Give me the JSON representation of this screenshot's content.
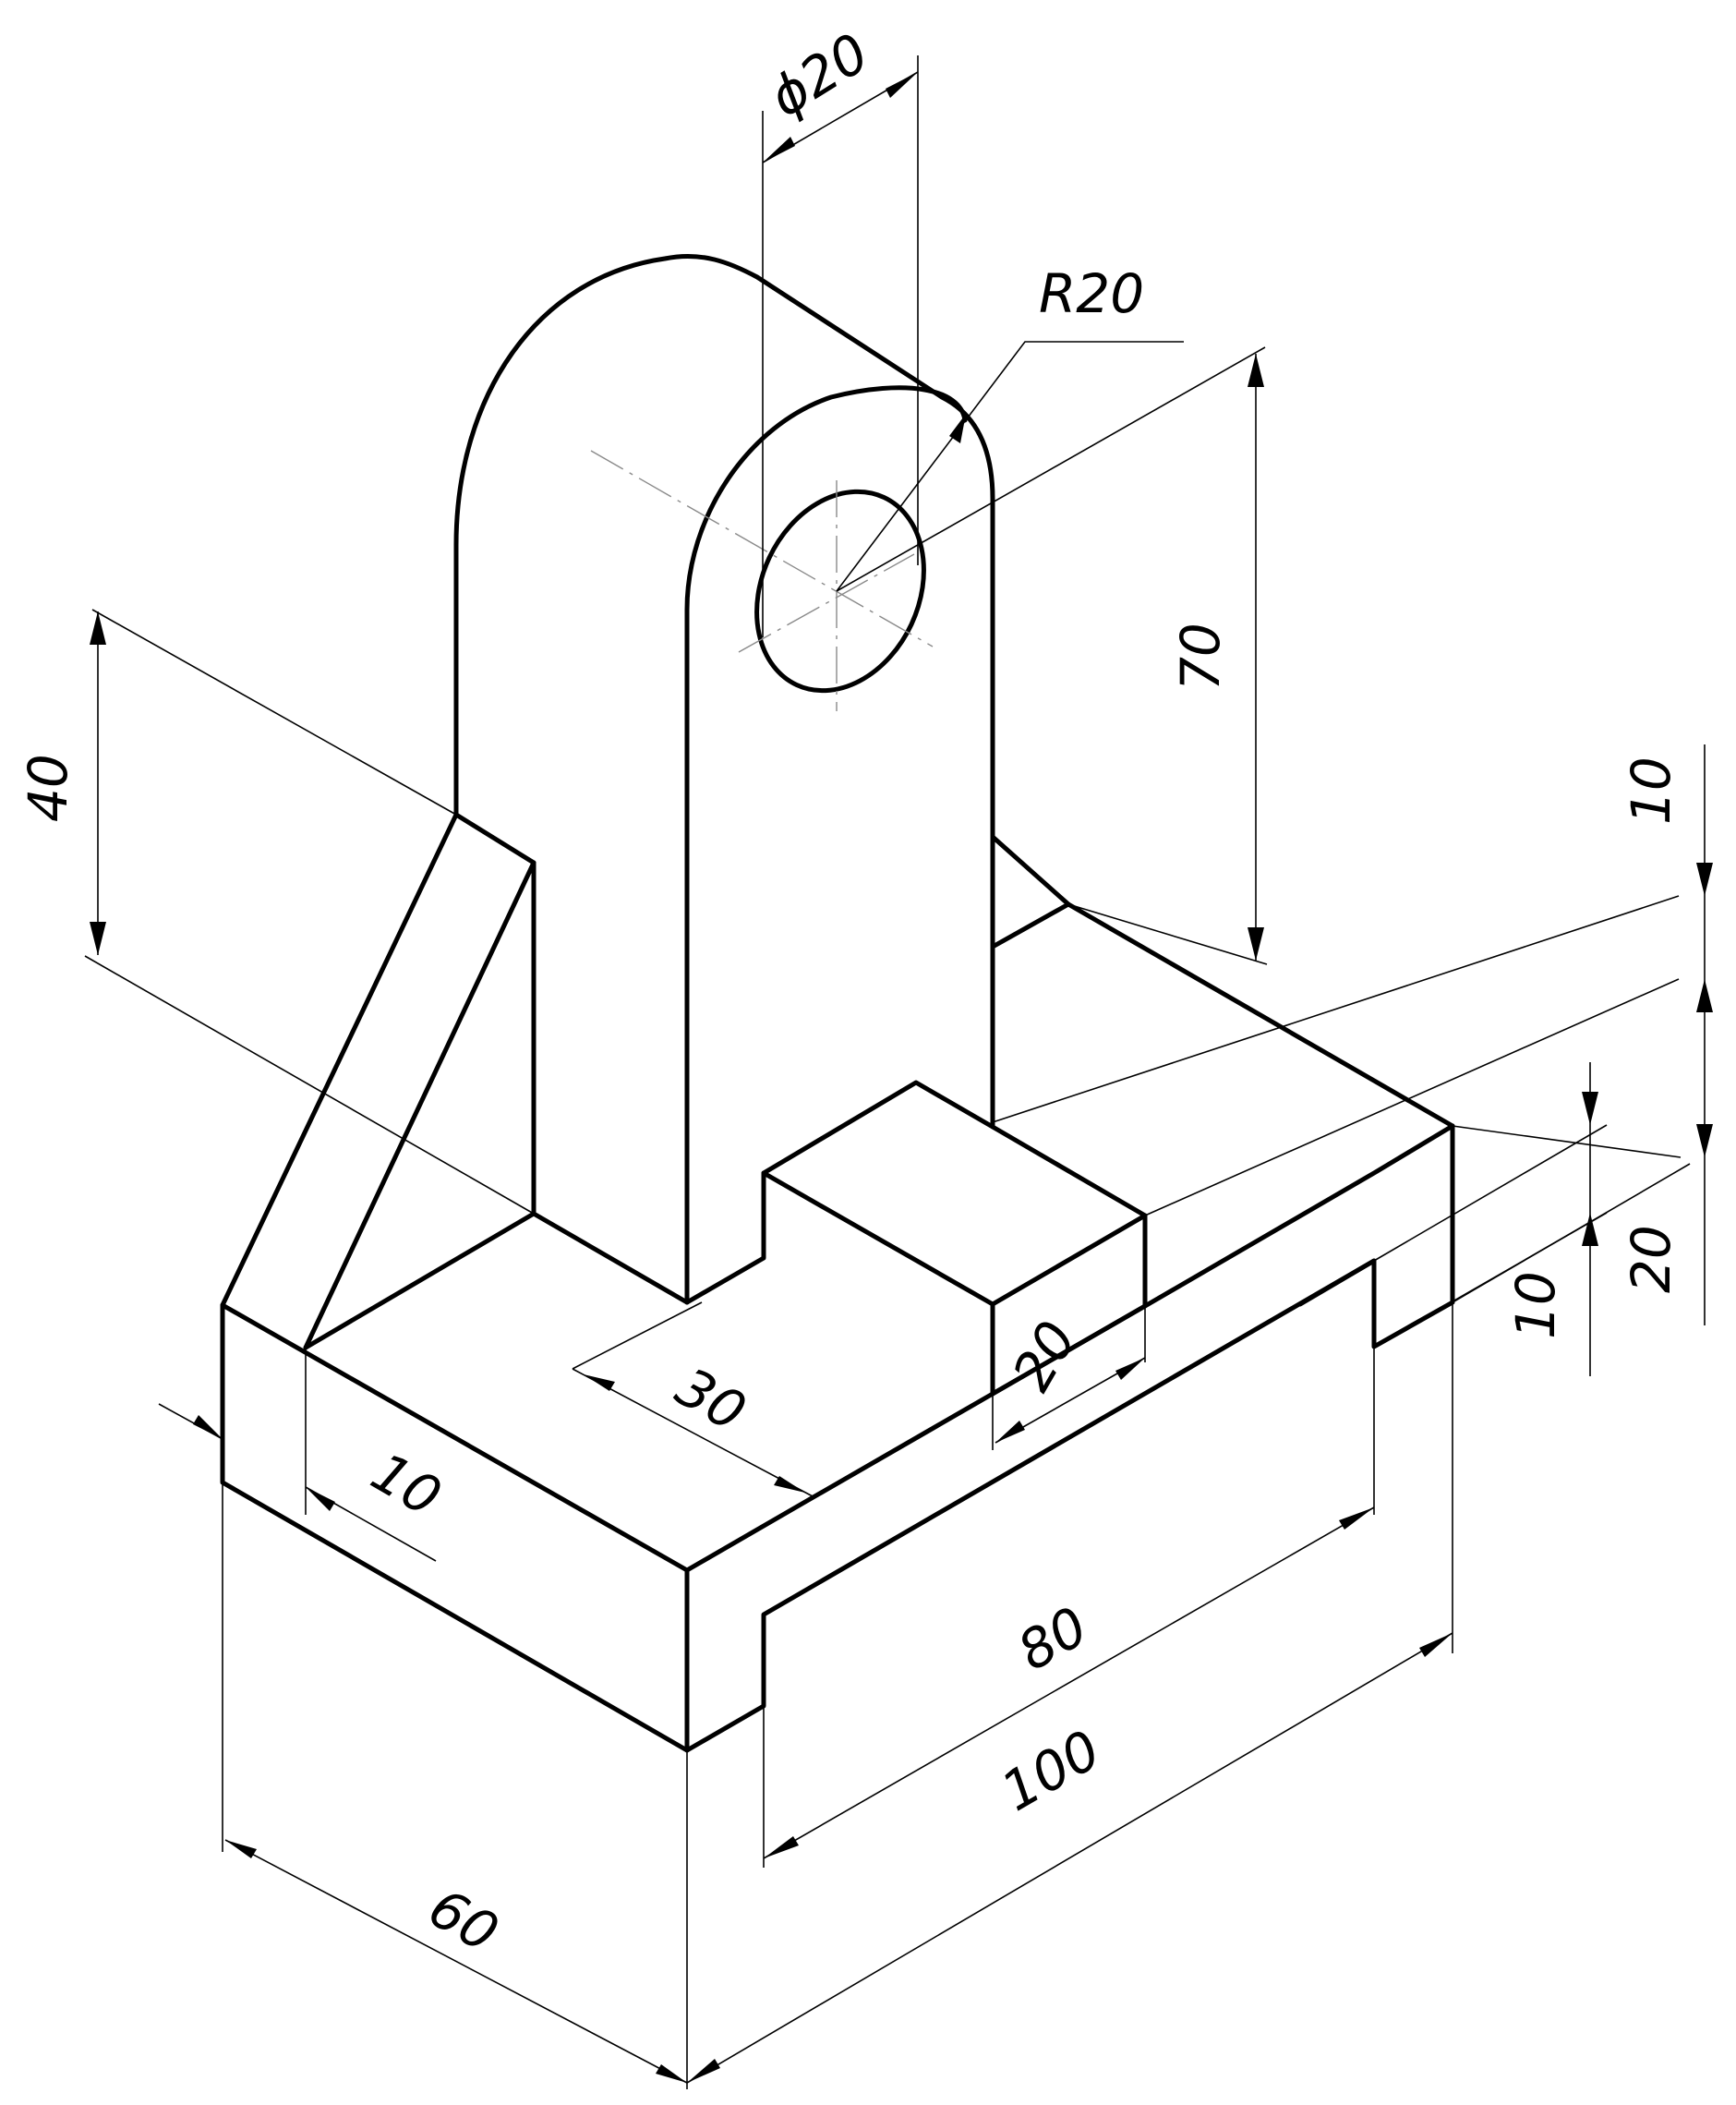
{
  "dimensions": {
    "hole_diameter": "ϕ20",
    "boss_radius": "R20",
    "boss_height": "70",
    "rib_height": "40",
    "base_top_step": "10",
    "base_upper_thickness": "20",
    "base_lower_step": "10",
    "base_total_height": "20",
    "block_width": "20",
    "slot_depth": "30",
    "plate_thickness": "10",
    "slot_length": "80",
    "overall_length": "100",
    "overall_width": "60"
  }
}
